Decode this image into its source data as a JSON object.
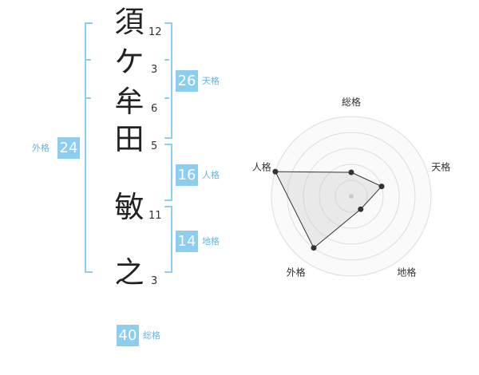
{
  "name": {
    "chars": [
      {
        "char": "須",
        "strokes": "12"
      },
      {
        "char": "ケ",
        "strokes": "3"
      },
      {
        "char": "牟",
        "strokes": "6"
      },
      {
        "char": "田",
        "strokes": "5"
      },
      {
        "char": "敏",
        "strokes": "11"
      },
      {
        "char": "之",
        "strokes": "3"
      }
    ]
  },
  "fortune": {
    "tenkaku": {
      "value": "26",
      "label": "天格"
    },
    "jinkaku": {
      "value": "16",
      "label": "人格"
    },
    "chikaku": {
      "value": "14",
      "label": "地格"
    },
    "gaikaku": {
      "value": "24",
      "label": "外格"
    },
    "soukaku": {
      "value": "40",
      "label": "総格"
    }
  },
  "colors": {
    "accent": "#8ccdf0",
    "label_text": "#68b4e0",
    "badge_text": "#ffffff"
  },
  "chart_data": {
    "type": "radar",
    "axes": [
      "総格",
      "天格",
      "地格",
      "外格",
      "人格"
    ],
    "values": [
      1.5,
      2,
      1,
      4,
      5
    ],
    "range": [
      0,
      5
    ],
    "rings": 5
  }
}
